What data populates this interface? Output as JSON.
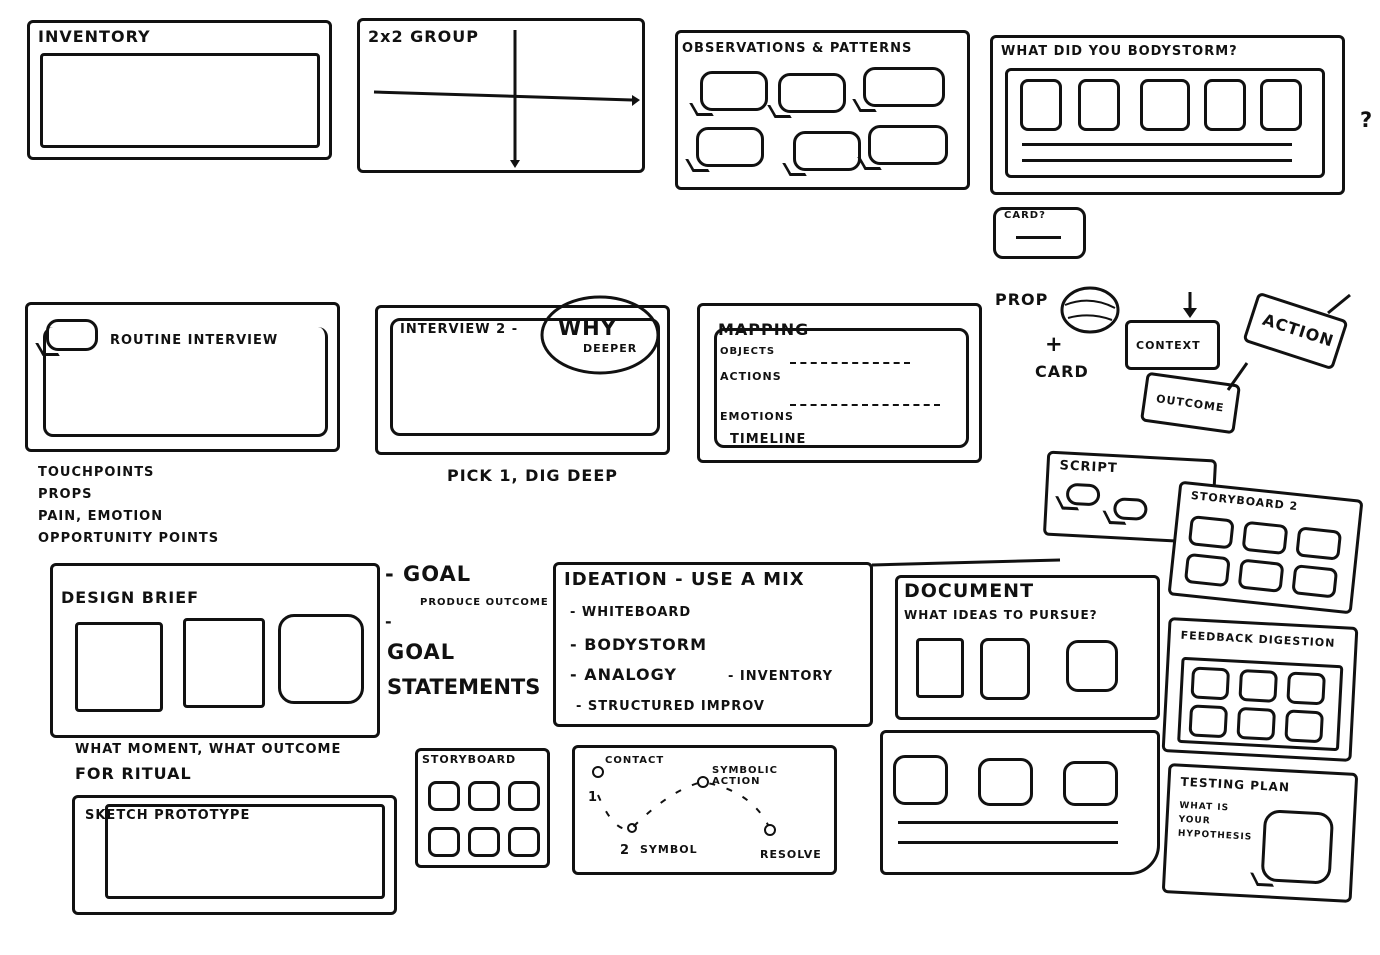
{
  "frames": {
    "inventory": {
      "title": "INVENTORY"
    },
    "group_2x2": {
      "title": "2x2 GROUP"
    },
    "observations": {
      "title": "OBSERVATIONS & PATTERNS"
    },
    "bodystorm": {
      "title": "WHAT DID YOU BODYSTORM?"
    },
    "card": {
      "title": "CARD?"
    },
    "routine_interview": {
      "title": "ROUTINE INTERVIEW"
    },
    "interview2": {
      "title": "INTERVIEW 2 -",
      "bubble_main": "WHY",
      "bubble_sub": "DEEPER"
    },
    "mapping": {
      "title": "MAPPING",
      "rows": [
        "OBJECTS",
        "ACTIONS",
        "EMOTIONS",
        "TIMELINE"
      ]
    },
    "prop_card": {
      "prop": "PROP",
      "plus": "+",
      "card": "CARD",
      "context": "CONTEXT",
      "action": "ACTION",
      "outcome": "OUTCOME"
    },
    "notes_interview": {
      "lines": [
        "TOUCHPOINTS",
        "PROPS",
        "PAIN, EMOTION",
        "OPPORTUNITY POINTS"
      ]
    },
    "pick_note": "PICK 1, DIG DEEP",
    "script": {
      "title": "SCRIPT"
    },
    "storyboard2": {
      "title": "STORYBOARD 2"
    },
    "design_brief": {
      "title": "DESIGN BRIEF"
    },
    "goal_notes": {
      "goal": "- GOAL",
      "produce": "PRODUCE OUTCOME",
      "dash": "-",
      "statements_1": "GOAL",
      "statements_2": "STATEMENTS"
    },
    "ideation": {
      "title": "IDEATION - USE A MIX",
      "items": [
        "- WHITEBOARD",
        "- BODYSTORM",
        "- ANALOGY",
        "- INVENTORY",
        "- STRUCTURED IMPROV"
      ]
    },
    "document": {
      "title": "DOCUMENT",
      "subtitle": "WHAT IDEAS TO PURSUE?"
    },
    "feedback": {
      "title": "FEEDBACK DIGESTION"
    },
    "ritual_note": {
      "line1": "WHAT MOMENT, WHAT OUTCOME",
      "line2": "FOR RITUAL"
    },
    "sketch_prototype": {
      "title": "SKETCH PROTOTYPE"
    },
    "storyboard": {
      "title": "STORYBOARD"
    },
    "ritual_map": {
      "contact": "CONTACT",
      "symbolic_action": "SYMBOLIC ACTION",
      "symbol": "SYMBOL",
      "resolve": "RESOLVE",
      "n1": "1",
      "n2": "2"
    },
    "testing": {
      "title": "TESTING PLAN",
      "question": "WHAT IS YOUR HYPOTHESIS"
    },
    "margin_mark": "?"
  }
}
